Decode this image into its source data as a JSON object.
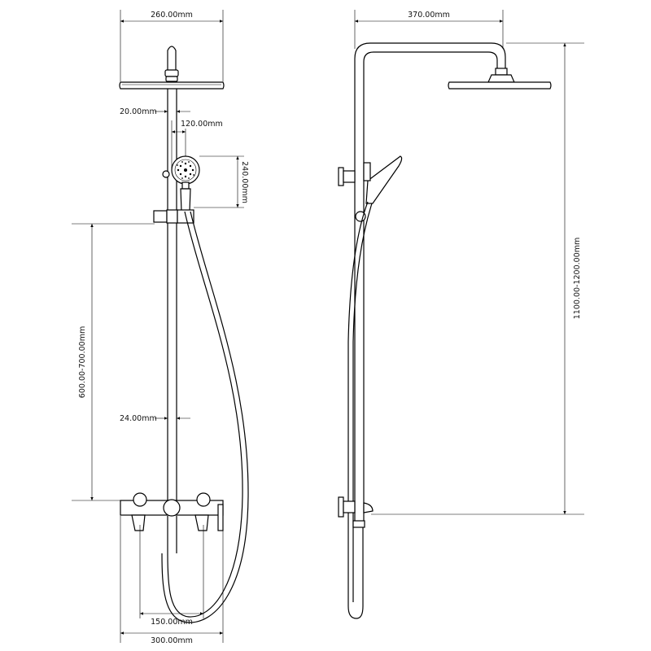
{
  "diagram": {
    "front_view": {
      "head_width": "260.00mm",
      "pipe_diameter": "20.00mm",
      "handshower_offset": "120.00mm",
      "handshower_height": "240.00mm",
      "bracket_height_range": "600.00-700.00mm",
      "lower_pipe_diameter": "24.00mm",
      "valve_centers": "150.00mm",
      "valve_width": "300.00mm"
    },
    "side_view": {
      "arm_reach": "370.00mm",
      "total_height_range": "1100.00-1200.00mm"
    }
  }
}
